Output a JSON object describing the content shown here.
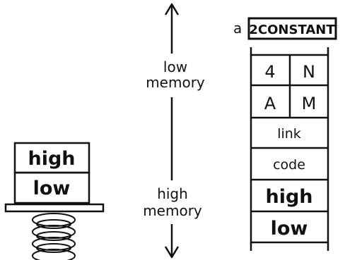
{
  "stack": {
    "top_label": "high",
    "bottom_label": "low"
  },
  "memory_axis": {
    "top_label_line1": "low",
    "top_label_line2": "memory",
    "bottom_label_line1": "high",
    "bottom_label_line2": "memory"
  },
  "word": {
    "prefix": "a",
    "name": "2CONSTANT",
    "name_chars": [
      "4",
      "N",
      "A",
      "M"
    ],
    "link": "link",
    "code": "code",
    "high": "high",
    "low": "low"
  }
}
